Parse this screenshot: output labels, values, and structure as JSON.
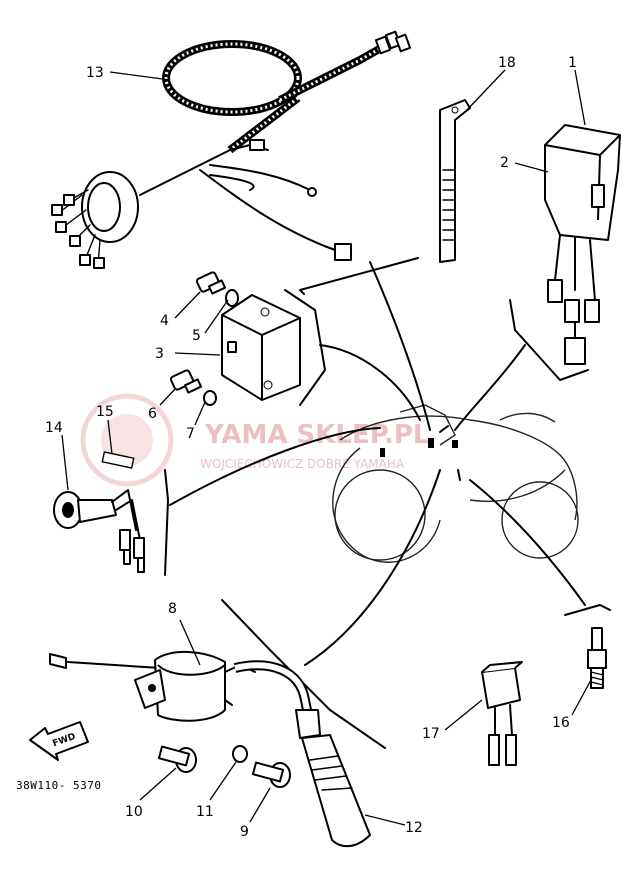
{
  "callouts": {
    "p1": "1",
    "p2": "2",
    "p3": "3",
    "p4": "4",
    "p5": "5",
    "p6": "6",
    "p7": "7",
    "p8": "8",
    "p9": "9",
    "p10": "10",
    "p11": "11",
    "p12": "12",
    "p13": "13",
    "p14": "14",
    "p15": "15",
    "p16": "16",
    "p17": "17",
    "p18": "18"
  },
  "drawing_code": "38W110-  5370",
  "fwd_label": "FWD",
  "watermark": {
    "main": "YAMA  SKLEP.PL",
    "sub": "WOJCIECHOWICZ  DOBRE  YAMAHA"
  },
  "colors": {
    "ink": "#000000",
    "watermark": "#e9b0b4"
  }
}
